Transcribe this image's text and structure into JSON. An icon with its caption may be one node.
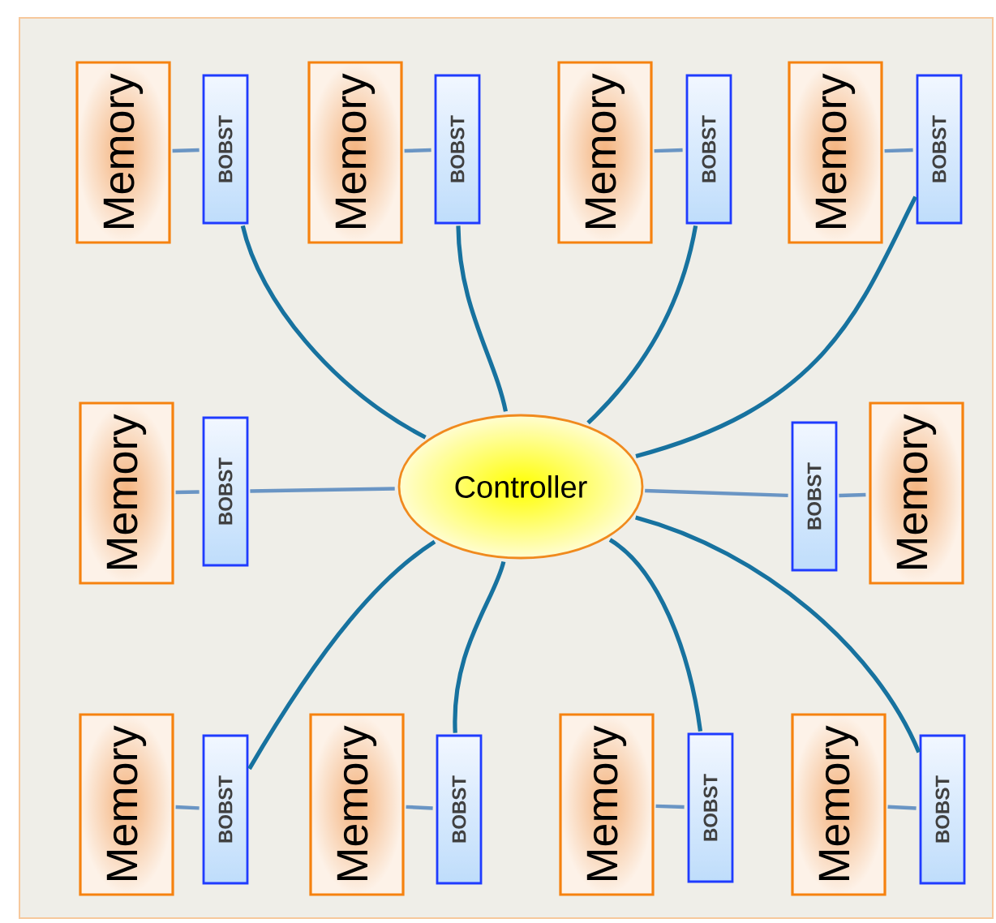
{
  "diagram": {
    "nodes": [
      {
        "text": [
          "Memory"
        ]
      },
      {
        "text": [
          "BOBST"
        ]
      },
      {
        "text": [
          "Memory"
        ]
      },
      {
        "text": [
          "BOBST"
        ]
      },
      {
        "text": [
          "Memory"
        ]
      },
      {
        "text": [
          "BOBST"
        ]
      },
      {
        "text": [
          "Memory"
        ]
      },
      {
        "text": [
          "BOBST"
        ]
      },
      {
        "text": [
          "Memory"
        ]
      },
      {
        "text": [
          "BOBST"
        ]
      },
      {
        "text": [
          "Controller"
        ]
      },
      {
        "text": [
          "BOBST"
        ]
      },
      {
        "text": [
          "Memory"
        ]
      },
      {
        "text": [
          "Memory"
        ]
      },
      {
        "text": [
          "BOBST"
        ]
      },
      {
        "text": [
          "Memory"
        ]
      },
      {
        "text": [
          "BOBST"
        ]
      },
      {
        "text": [
          "Memory"
        ]
      },
      {
        "text": [
          "BOBST"
        ]
      },
      {
        "text": [
          "Memory"
        ]
      },
      {
        "text": [
          "BOBST"
        ]
      }
    ],
    "edges": [
      {
        "from": 0,
        "to": 1,
        "arrow": "none"
      },
      {
        "from": 2,
        "to": 3,
        "arrow": "none"
      },
      {
        "from": 4,
        "to": 5,
        "arrow": "none"
      },
      {
        "from": 6,
        "to": 7,
        "arrow": "none"
      },
      {
        "from": 8,
        "to": 9,
        "arrow": "none"
      },
      {
        "from": 11,
        "to": 12,
        "arrow": "none"
      },
      {
        "from": 13,
        "to": 14,
        "arrow": "none"
      },
      {
        "from": 15,
        "to": 16,
        "arrow": "none"
      },
      {
        "from": 17,
        "to": 18,
        "arrow": "none"
      },
      {
        "from": 19,
        "to": 20,
        "arrow": "none"
      },
      {
        "from": 9,
        "to": 10,
        "arrow": "none"
      },
      {
        "from": 10,
        "to": 11,
        "arrow": "none"
      },
      {
        "from": 1,
        "to": 10,
        "arrow": "none",
        "color": "#17729f"
      },
      {
        "from": 3,
        "to": 10,
        "arrow": "none",
        "color": "#17729f"
      },
      {
        "from": 5,
        "to": 10,
        "arrow": "none",
        "color": "#17729f"
      },
      {
        "from": 7,
        "to": 10,
        "arrow": "none",
        "color": "#17729f"
      },
      {
        "from": 14,
        "to": 10,
        "arrow": "none",
        "color": "#17729f"
      },
      {
        "from": 16,
        "to": 10,
        "arrow": "none",
        "color": "#17729f"
      },
      {
        "from": 18,
        "to": 10,
        "arrow": "none",
        "color": "#17729f"
      },
      {
        "from": 20,
        "to": 10,
        "arrow": "none",
        "color": "#17729f"
      }
    ]
  }
}
